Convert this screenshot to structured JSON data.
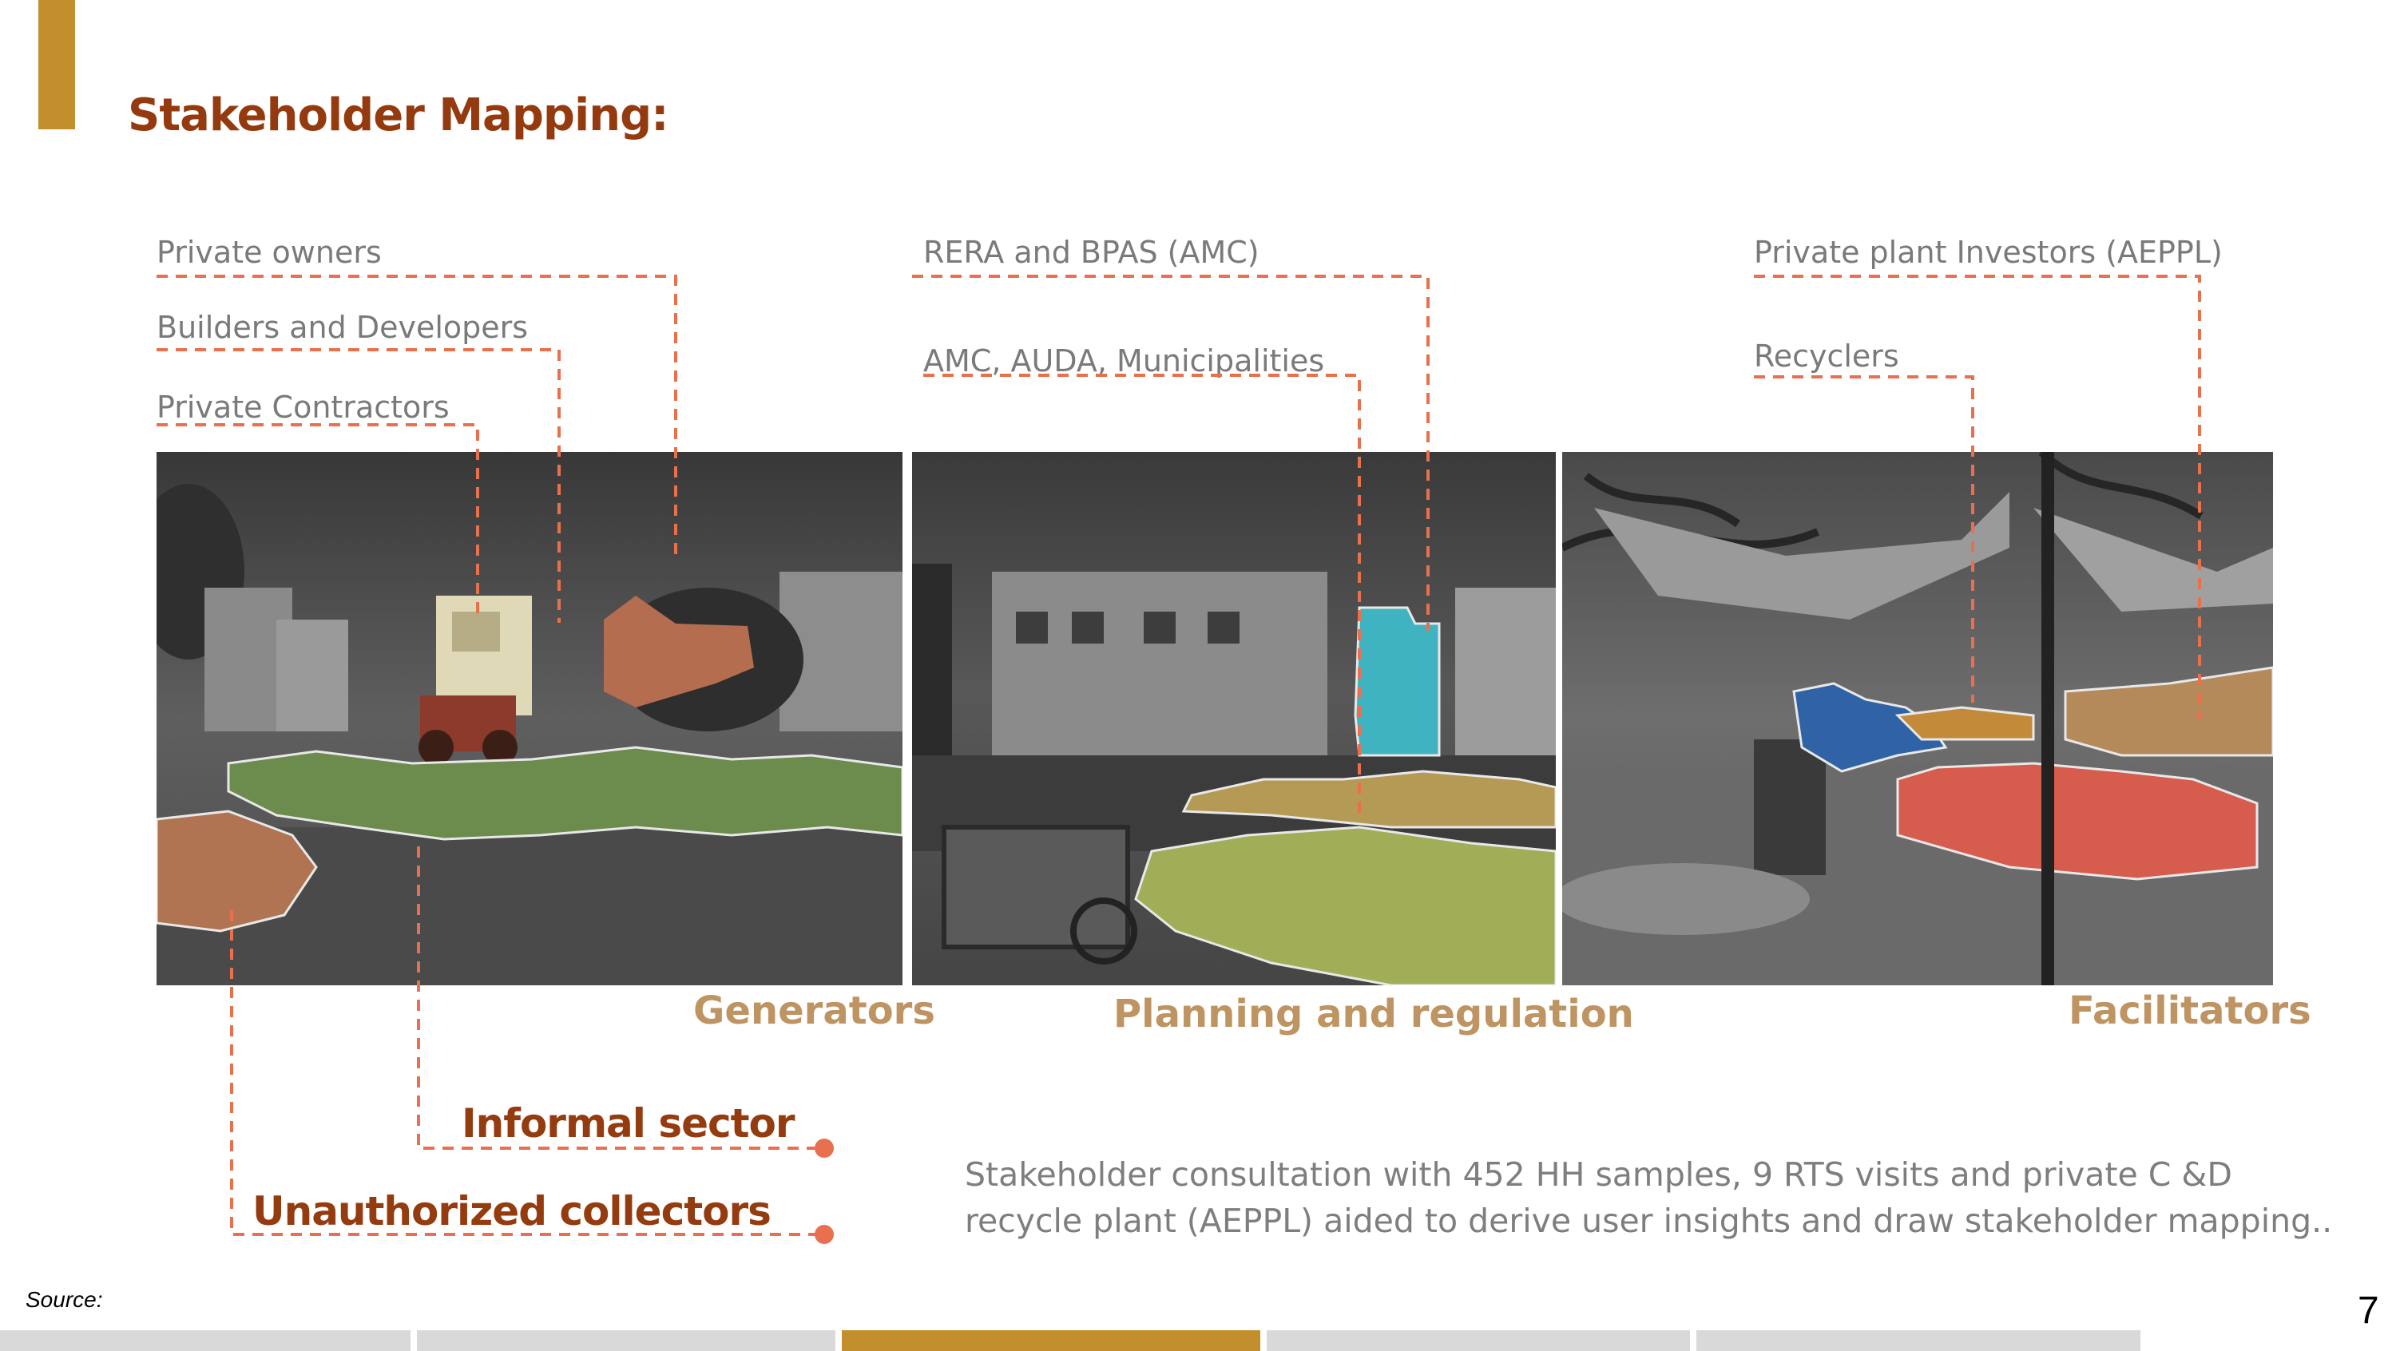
{
  "slide": {
    "title": "Stakeholder Mapping:",
    "page_number": "7",
    "source_label": "Source:",
    "active_section": 3,
    "section_count": 5
  },
  "stakeholders": {
    "generators": [
      "Private owners",
      "Builders and Developers",
      "Private Contractors"
    ],
    "planning": [
      "RERA and BPAS (AMC)",
      "AMC, AUDA, Municipalities"
    ],
    "facilitators": [
      "Private plant Investors (AEPPL)",
      "Recyclers"
    ]
  },
  "captions": {
    "generators": "Generators",
    "planning": "Planning and regulation",
    "facilitators": "Facilitators"
  },
  "informal": {
    "informal_sector": "Informal sector",
    "unauthorized_collectors": "Unauthorized collectors"
  },
  "summary": "Stakeholder consultation with 452 HH samples, 9 RTS visits and private C &D recycle plant (AEPPL) aided to derive user insights and draw stakeholder mapping..",
  "colors": {
    "accent": "#c28f2c",
    "title": "#953a0e",
    "connector": "#e8704e",
    "caption": "#bf9463",
    "progress_inactive": "#d9d9d9"
  }
}
